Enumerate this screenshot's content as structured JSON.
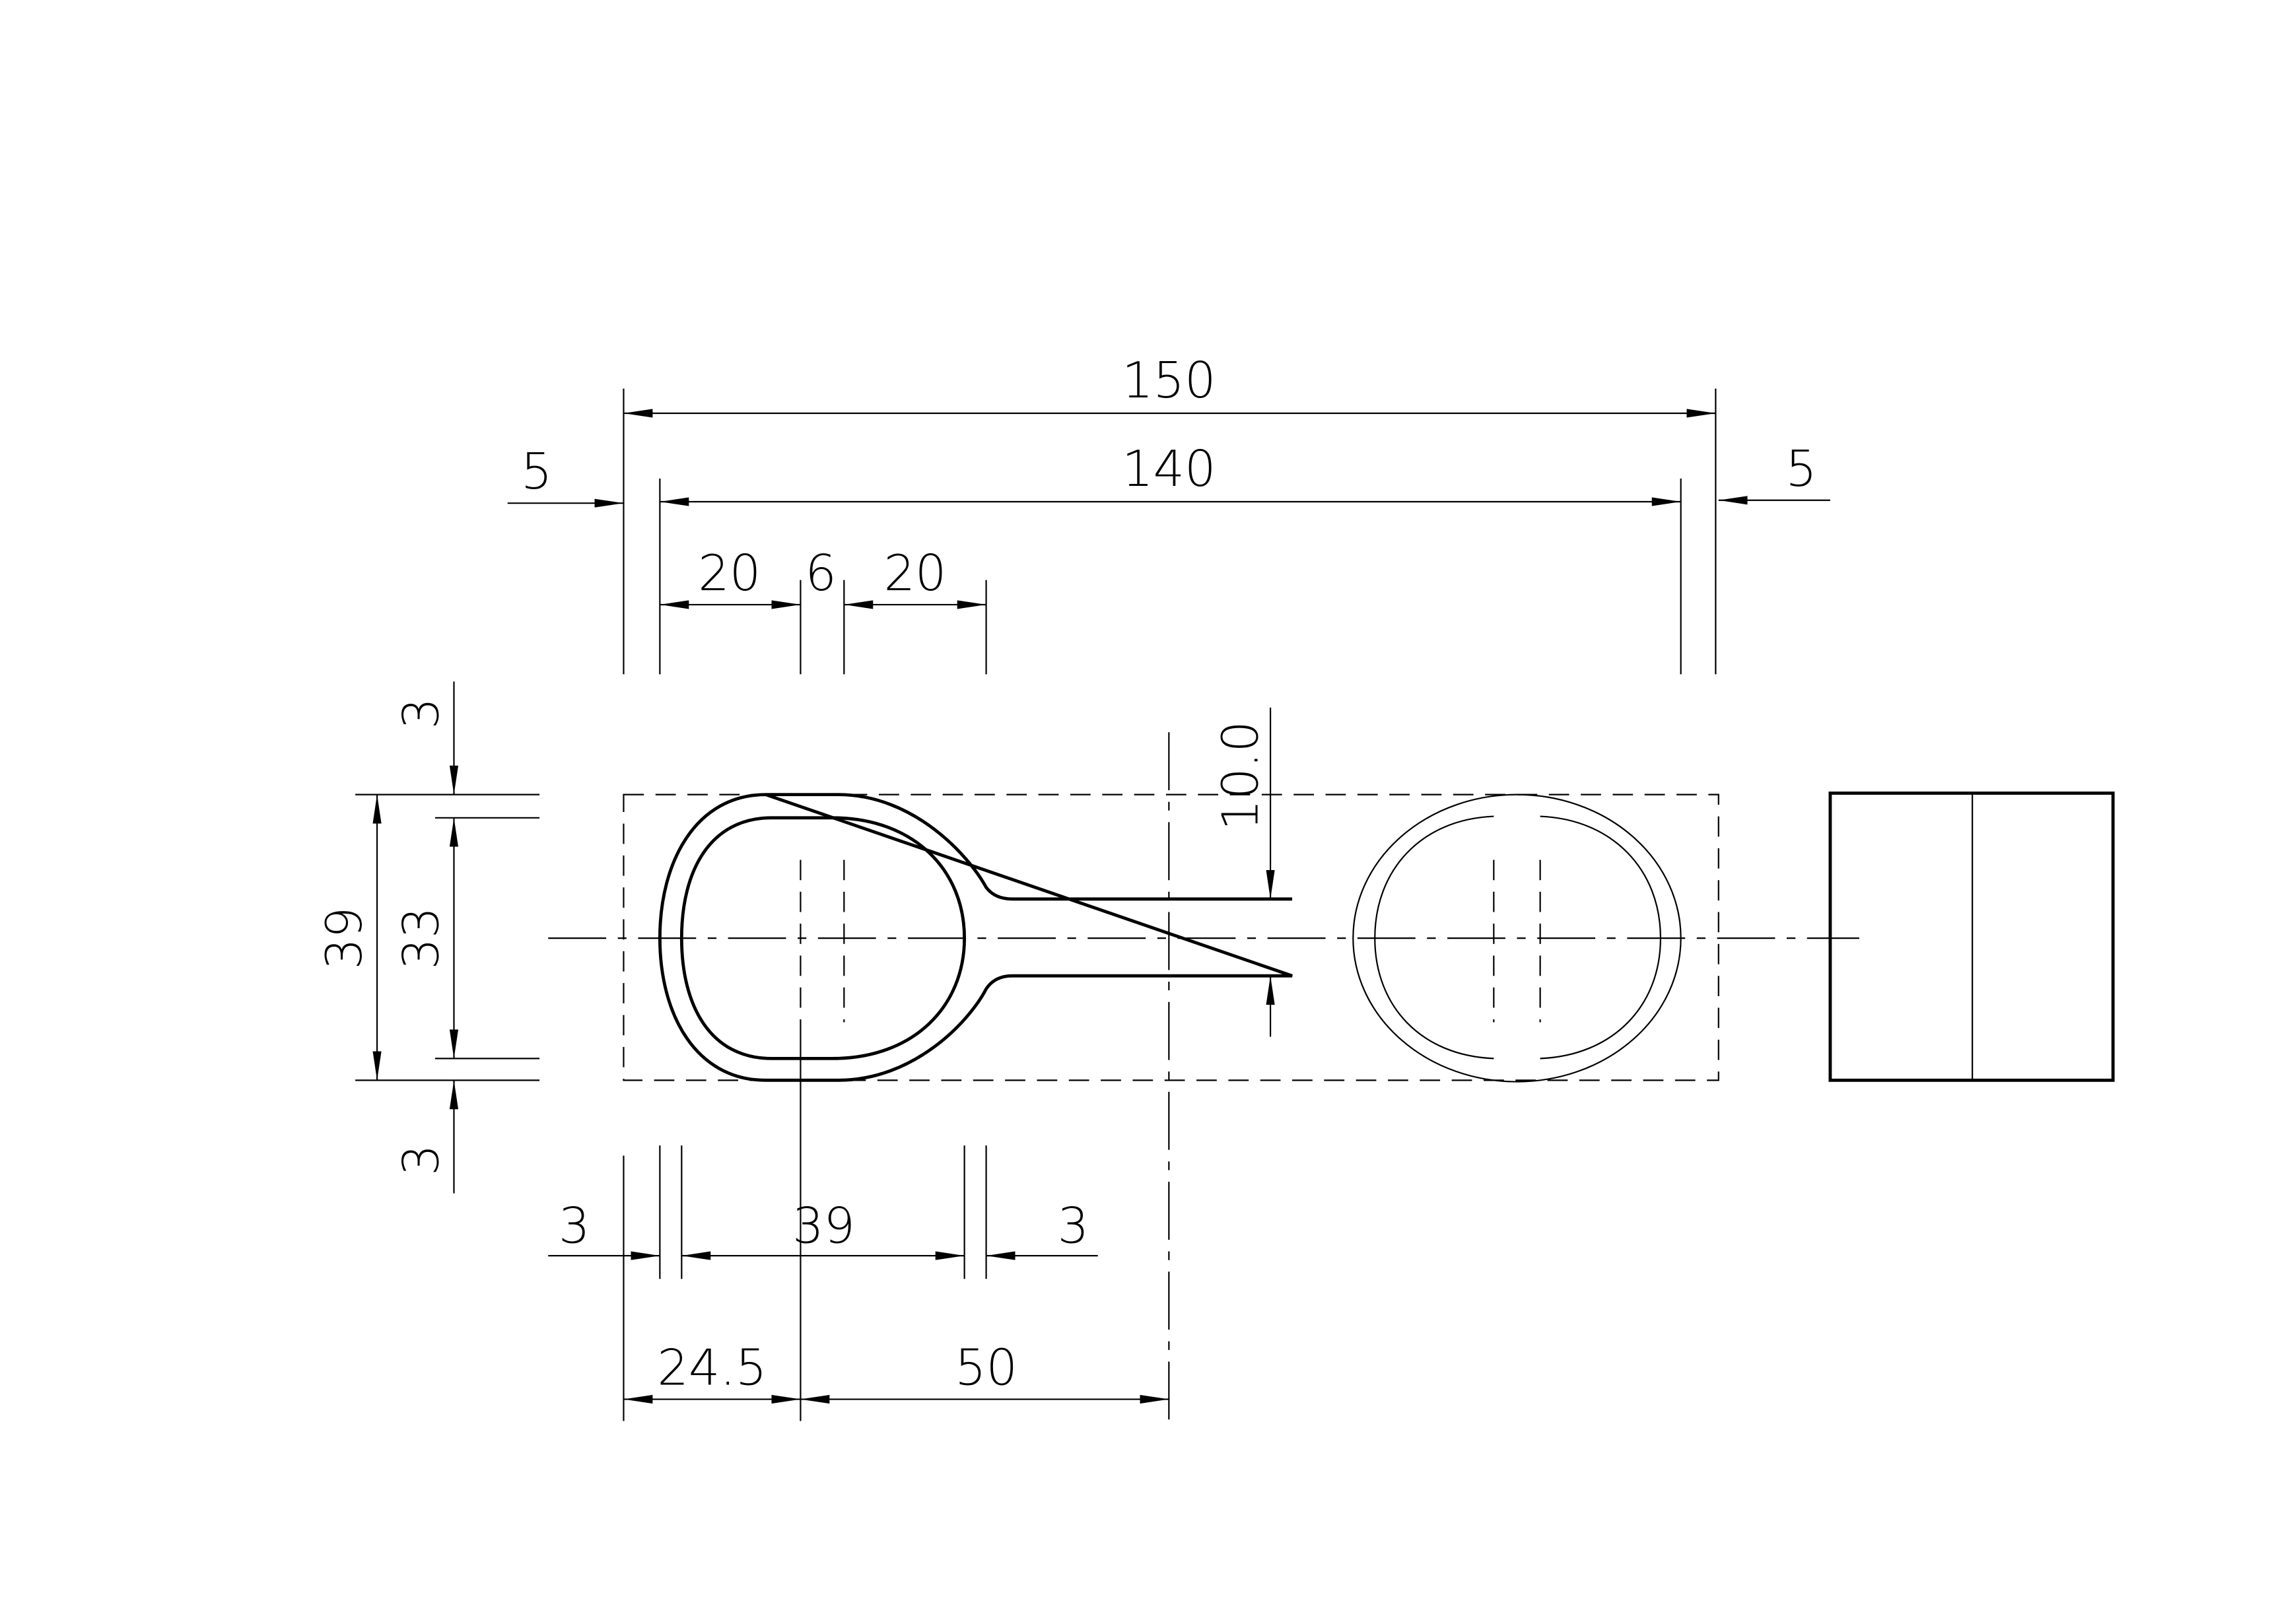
{
  "drawing": {
    "title": "Technical drawing - dimensioned part (plan view and side view)",
    "dimensions": {
      "overall_length": "150",
      "inner_length": "140",
      "left_wall": "5",
      "right_wall": "5",
      "slot_a": "20",
      "slot_gap": "6",
      "slot_b": "20",
      "neck_width": "10.0",
      "overall_height": "39",
      "inner_height": "33",
      "top_wall": "3",
      "bottom_wall": "3",
      "bottom_left_wall": "3",
      "ring_width": "39",
      "bottom_right_wall": "3",
      "center_offset": "24.5",
      "neck_offset": "50"
    }
  }
}
